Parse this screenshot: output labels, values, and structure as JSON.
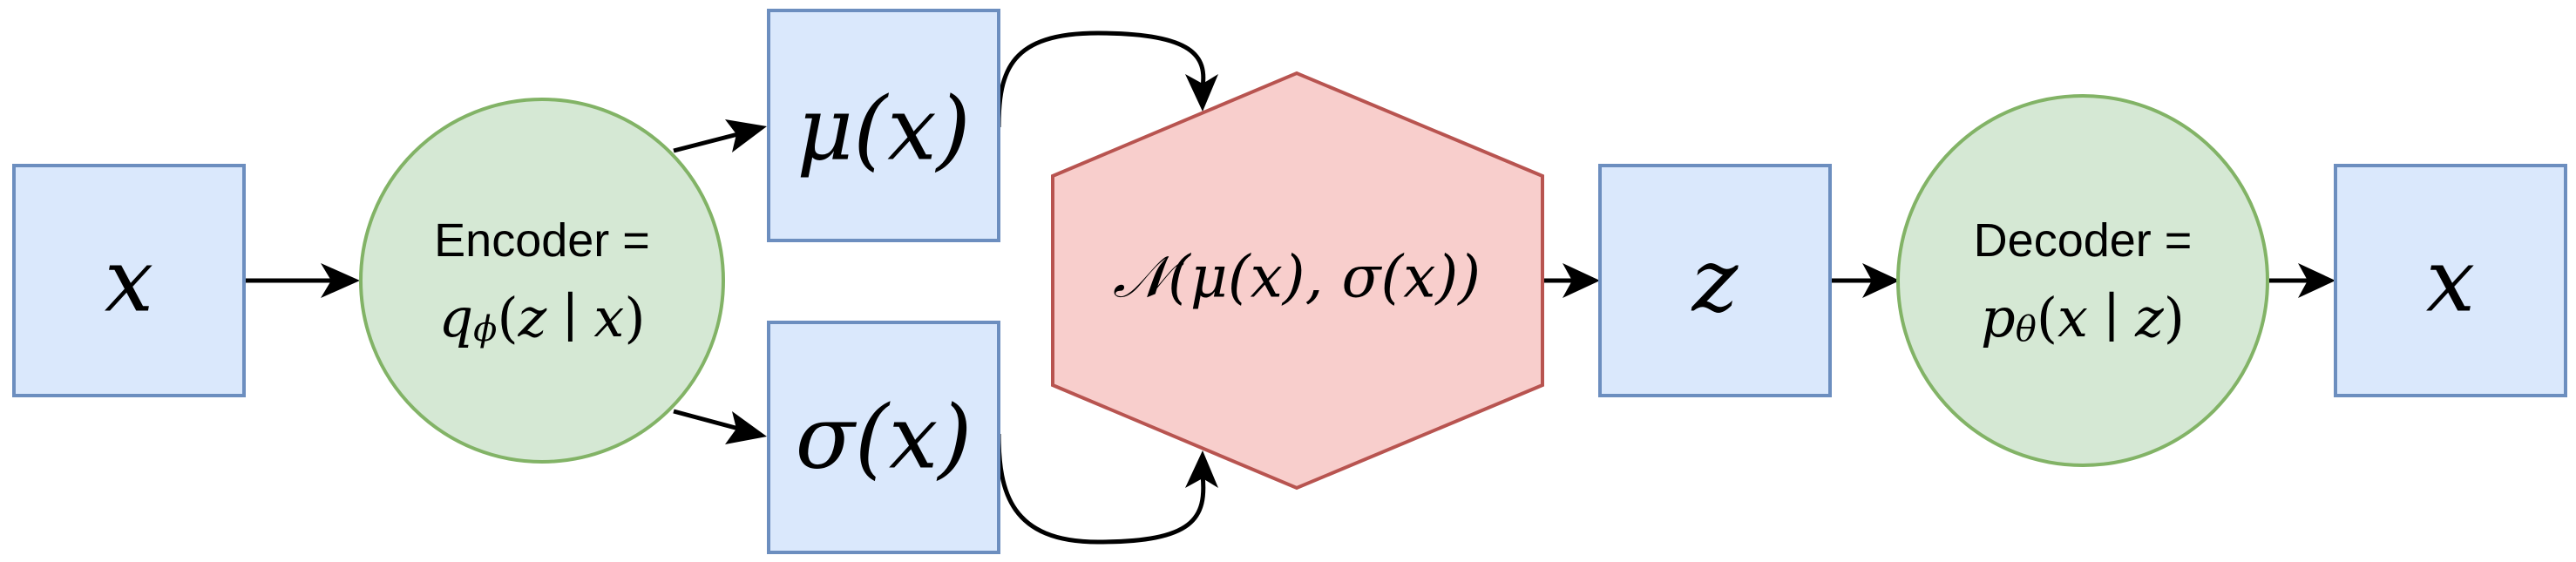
{
  "nodes": {
    "input_x": {
      "text": "x"
    },
    "encoder": {
      "label": "Encoder =",
      "formula": {
        "q": "q",
        "sub": "ϕ",
        "open": "(",
        "z": "z",
        "bar": "∣",
        "x": "x",
        "close": ")"
      }
    },
    "mu": {
      "text": "μ(x)"
    },
    "sigma": {
      "text": "σ(x)"
    },
    "normal": {
      "text": "𝒩(μ(x), σ(x))"
    },
    "z": {
      "text": "z"
    },
    "decoder": {
      "label": "Decoder =",
      "formula": {
        "p": "p",
        "sub": "θ",
        "open": "(",
        "x": "x",
        "bar": "∣",
        "z": "z",
        "close": ")"
      }
    },
    "output_x": {
      "text": "x"
    }
  },
  "colors": {
    "box_fill": "#dae8fc",
    "box_stroke": "#6c8ebf",
    "circle_fill": "#d5e8d4",
    "circle_stroke": "#82b366",
    "hex_fill": "#f8cecc",
    "hex_stroke": "#b85450",
    "edge": "#000000"
  }
}
